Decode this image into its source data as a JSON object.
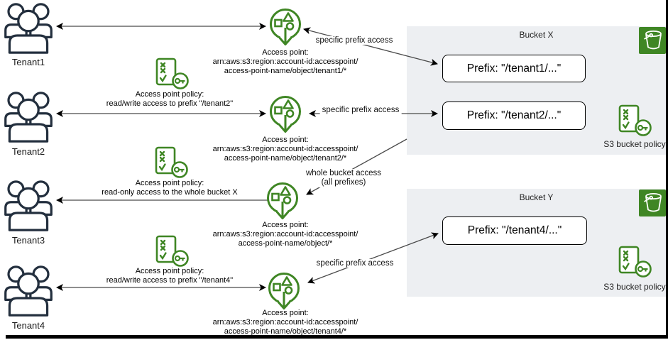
{
  "diagram_title": "S3 multi-tenant access points diagram",
  "colors": {
    "aws_green": "#3F8624",
    "aws_navy": "#232F3E",
    "panel_bg": "#EDEFF2",
    "line": "#4A4A4A"
  },
  "icons": {
    "tenant": "users-group-icon",
    "access_point": "access-point-icon",
    "policy": "policy-document-key-icon",
    "bucket": "s3-bucket-icon"
  },
  "tenants": [
    {
      "label": "Tenant1"
    },
    {
      "label": "Tenant2"
    },
    {
      "label": "Tenant3"
    },
    {
      "label": "Tenant4"
    }
  ],
  "access_points": [
    {
      "title": "Access point:",
      "arn1": "arn:aws:s3:region:account-id:accesspoint/",
      "arn2": "access-point-name/object/tenant1/*"
    },
    {
      "title": "Access point:",
      "arn1": "arn:aws:s3:region:account-id:accesspoint/",
      "arn2": "access-point-name/object/tenant2/*"
    },
    {
      "title": "Access point:",
      "arn1": "arn:aws:s3:region:account-id:accesspoint/",
      "arn2": "access-point-name/object/*"
    },
    {
      "title": "Access point:",
      "arn1": "arn:aws:s3:region:account-id:accesspoint/",
      "arn2": "access-point-name/object/tenant4/*"
    }
  ],
  "access_point_policies": [
    {
      "title": "Access point policy:",
      "detail": "read/write access to prefix \"/tenant2\""
    },
    {
      "title": "Access point policy:",
      "detail": "read-only access to the whole bucket X"
    },
    {
      "title": "Access point policy:",
      "detail": "read/write access to prefix \"/tenant4\""
    }
  ],
  "edge_labels": {
    "specific_prefix_1": "specific prefix access",
    "specific_prefix_2": "specific prefix access",
    "specific_prefix_4": "specific prefix access",
    "whole_bucket_line1": "whole bucket access",
    "whole_bucket_line2": "(all prefixes)"
  },
  "buckets": [
    {
      "title": "Bucket X",
      "prefixes": [
        "Prefix: \"/tenant1/...\"",
        "Prefix: \"/tenant2/...\""
      ],
      "policy_label": "S3 bucket policy"
    },
    {
      "title": "Bucket Y",
      "prefixes": [
        "Prefix: \"/tenant4/...\""
      ],
      "policy_label": "S3 bucket policy"
    }
  ]
}
